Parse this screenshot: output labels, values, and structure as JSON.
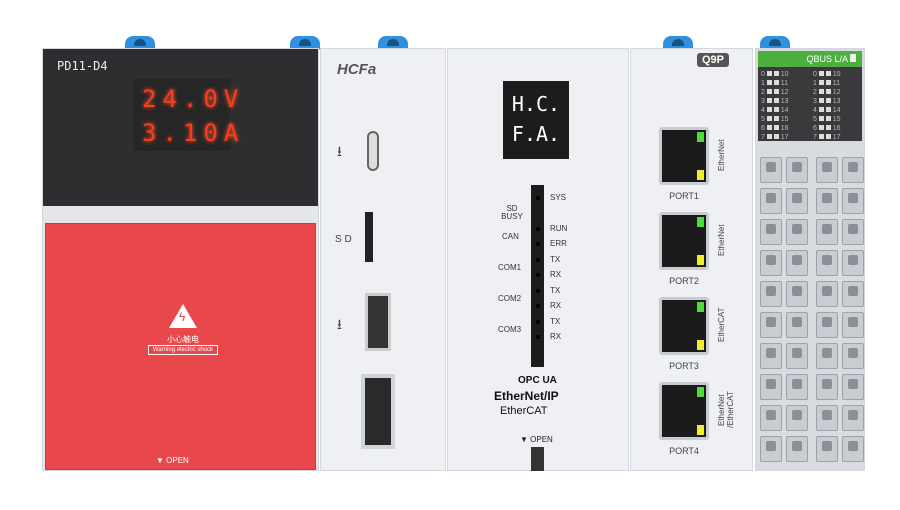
{
  "power_module": {
    "model": "PD11-D4",
    "voltage": "24.0V",
    "current": "3.10A",
    "warning_cn": "小心触电",
    "warning_en": "Warning electric shock",
    "open": "▼ OPEN",
    "cover_color": "#e8484b"
  },
  "cpu_module": {
    "brand": "HCFa",
    "sd_label": "S D",
    "display_line1": "H.C.",
    "display_line2": "F.A.",
    "leds_right": [
      "SYS",
      "RUN",
      "ERR",
      "TX",
      "RX",
      "TX",
      "RX",
      "TX",
      "RX"
    ],
    "groups_left": [
      "SD BUSY",
      "CAN",
      "COM1",
      "COM2",
      "COM3"
    ],
    "protocols": [
      "OPC UA",
      "EtherNet/IP",
      "EtherCAT"
    ],
    "open": "▼ OPEN"
  },
  "port_module": {
    "logo": "Q9P",
    "ports": [
      {
        "label": "PORT1",
        "type": "EtherNet"
      },
      {
        "label": "PORT2",
        "type": "EtherNet"
      },
      {
        "label": "PORT3",
        "type": "EtherCAT"
      },
      {
        "label": "PORT4",
        "type": "EtherNet /EtherCAT"
      }
    ]
  },
  "io_module": {
    "header": "QBUS L/A",
    "left_col": [
      "0",
      "1",
      "2",
      "3",
      "4",
      "5",
      "6",
      "7"
    ],
    "right_col": [
      "10",
      "11",
      "12",
      "13",
      "14",
      "15",
      "16",
      "17"
    ],
    "accent": "#4caf3f"
  }
}
